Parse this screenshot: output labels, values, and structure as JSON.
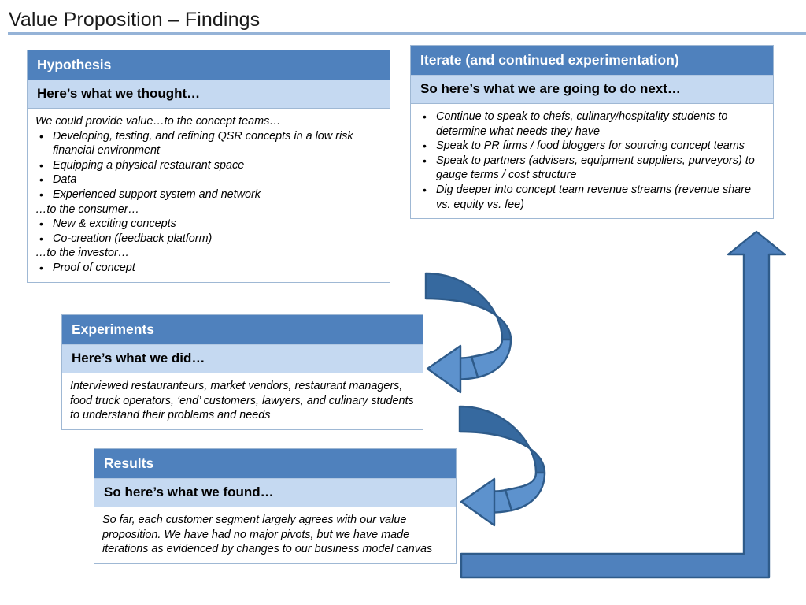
{
  "slide": {
    "title": "Value Proposition – Findings"
  },
  "panels": {
    "hypothesis": {
      "header": "Hypothesis",
      "subheader": "Here’s what we thought…",
      "lead": "We could provide value…to the concept teams…",
      "bullets_teams": [
        "Developing, testing, and refining QSR concepts in a low risk financial environment",
        "Equipping a physical restaurant space",
        "Data",
        "Experienced support system and network"
      ],
      "consumer_lead": "…to the consumer…",
      "bullets_consumer": [
        "New & exciting concepts",
        "Co-creation (feedback platform)"
      ],
      "investor_lead": "…to the investor…",
      "bullets_investor": [
        "Proof of concept"
      ]
    },
    "iterate": {
      "header": "Iterate (and continued experimentation)",
      "subheader": "So here’s what we are going to do next…",
      "bullets": [
        "Continue to speak to chefs, culinary/hospitality students to determine what needs they have",
        "Speak to PR firms / food bloggers for sourcing concept teams",
        "Speak to partners (advisers, equipment suppliers, purveyors) to gauge terms / cost structure",
        "Dig deeper into concept team revenue streams (revenue share vs. equity vs. fee)"
      ]
    },
    "experiments": {
      "header": "Experiments",
      "subheader": "Here’s what we did…",
      "body": "Interviewed restauranteurs, market vendors, restaurant managers, food truck operators, ‘end’ customers, lawyers, and culinary students to understand their problems and needs"
    },
    "results": {
      "header": "Results",
      "subheader": "So here’s what we found…",
      "body": "So far, each customer segment largely agrees with our value proposition. We have had no major pivots, but we have made iterations as evidenced by changes to our business model canvas"
    }
  },
  "arrows": {
    "curved_top": "curved-arrow-hypothesis-to-experiments",
    "curved_bottom": "curved-arrow-experiments-to-results",
    "bent_up": "bent-up-arrow-results-to-iterate"
  },
  "colors": {
    "header_blue": "#4f81bd",
    "subheader_blue": "#c5d9f1",
    "border_blue": "#9fb8d4",
    "rule_blue": "#95b3d7",
    "arrow_fill": "#4f81bd",
    "arrow_dark": "#3a6ea5",
    "arrow_outline": "#2e5b8a"
  }
}
